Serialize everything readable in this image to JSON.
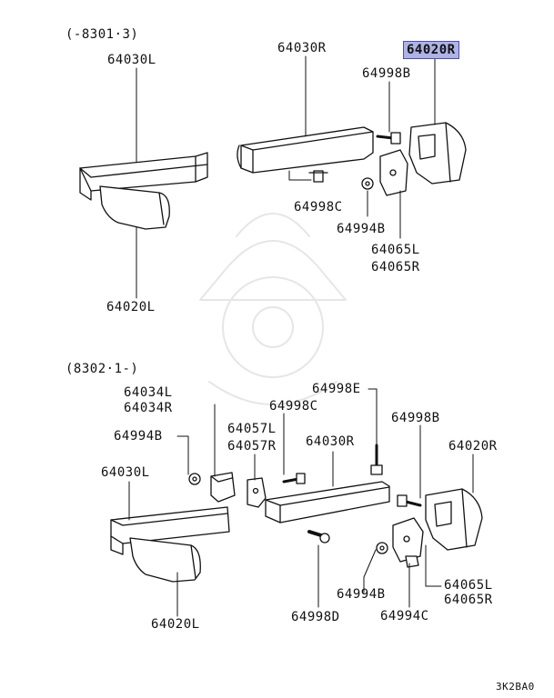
{
  "diagram": {
    "upper_section_label": "(-8301·3)",
    "lower_section_label": "(8302·1-)",
    "drawing_code": "3K2BA0",
    "highlight_color": "#aeb2e6",
    "upper_parts": {
      "left_bar": "64030L",
      "right_bar": "64030R",
      "highlighted_end": "64020R",
      "bolt_b": "64998B",
      "bolt_c": "64998C",
      "nut_b": "64994B",
      "bracket_l": "64065L",
      "bracket_r": "64065R",
      "left_end": "64020L"
    },
    "lower_parts": {
      "support_l": "64034L",
      "support_r": "64034R",
      "bolt_e": "64998E",
      "bolt_c": "64998C",
      "nut_b_left": "64994B",
      "stay_l": "64057L",
      "stay_r": "64057R",
      "right_bar": "64030R",
      "bolt_b": "64998B",
      "right_end": "64020R",
      "left_bar": "64030L",
      "bracket_l": "64065L",
      "bracket_r": "64065R",
      "nut_b": "64994B",
      "nut_c": "64994C",
      "bolt_d": "64998D",
      "left_end": "64020L"
    }
  }
}
